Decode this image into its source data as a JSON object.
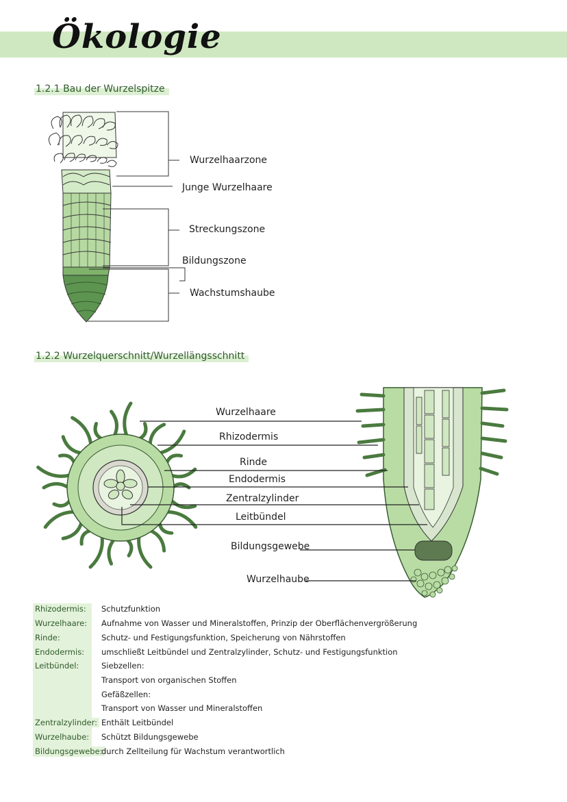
{
  "page": {
    "title": "Ökologie",
    "accent_color": "#cfe8c1",
    "term_highlight_color": "#e3f2da"
  },
  "section1": {
    "heading": "1.2.1 Bau der Wurzelspitze",
    "labels": {
      "root_hair_zone": "Wurzelhaarzone",
      "young_root_hairs": "Junge Wurzelhaare",
      "elongation_zone": "Streckungszone",
      "formation_zone": "Bildungszone",
      "growth_cap": "Wachstumshaube"
    }
  },
  "section2": {
    "heading": "1.2.2 Wurzelquerschnitt/Wurzellängsschnitt",
    "labels": {
      "root_hairs": "Wurzelhaare",
      "rhizodermis": "Rhizodermis",
      "cortex": "Rinde",
      "endodermis": "Endodermis",
      "central_cylinder": "Zentralzylinder",
      "vascular_bundle": "Leitbündel",
      "meristem": "Bildungsgewebe",
      "root_cap": "Wurzelhaube"
    }
  },
  "glossary": [
    {
      "term": "Rhizodermis:",
      "definition": "Schutzfunktion"
    },
    {
      "term": "Wurzelhaare:",
      "definition": "Aufnahme von Wasser und Mineralstoffen, Prinzip der Oberflächenvergrößerung"
    },
    {
      "term": "Rinde:",
      "definition": "Schutz- und Festigungsfunktion, Speicherung von Nährstoffen"
    },
    {
      "term": "Endodermis:",
      "definition": "umschließt Leitbündel und Zentralzylinder, Schutz- und Festigungsfunktion"
    },
    {
      "term": "Leitbündel:",
      "definition": "Siebzellen:"
    },
    {
      "term": "",
      "definition": "Transport von organischen Stoffen"
    },
    {
      "term": "",
      "definition": "Gefäßzellen:"
    },
    {
      "term": "",
      "definition": "Transport von Wasser und Mineralstoffen"
    },
    {
      "term": "Zentralzylinder:",
      "definition": "Enthält Leitbündel"
    },
    {
      "term": "Wurzelhaube:",
      "definition": "Schützt Bildungsgewebe"
    },
    {
      "term": "Bildungsgewebe:",
      "definition": "durch Zellteilung für Wachstum verantwortlich"
    }
  ]
}
